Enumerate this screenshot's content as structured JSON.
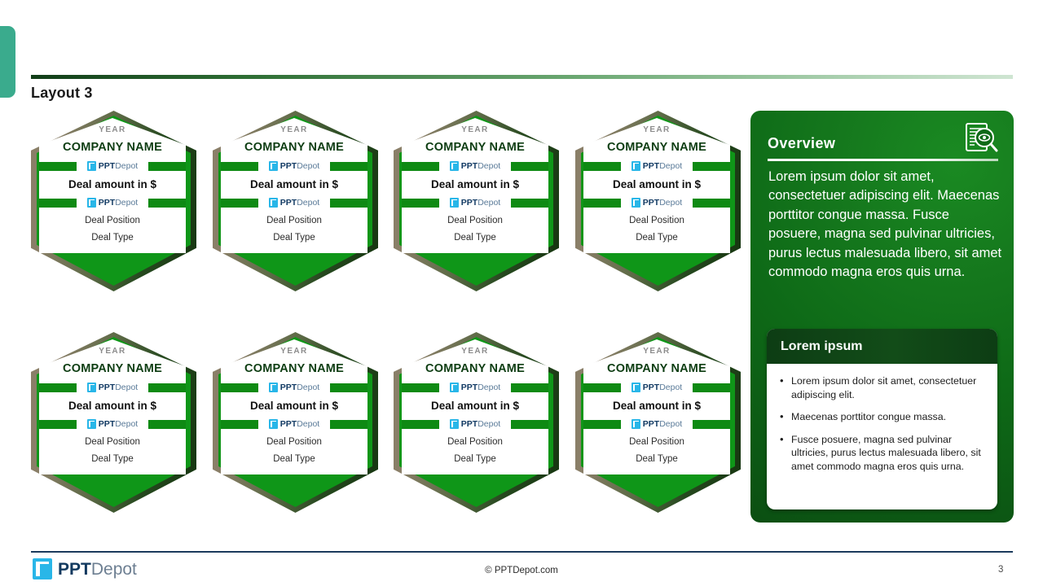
{
  "slide": {
    "title": "Layout 3",
    "page_number": "3",
    "accent_color": "#3aab8d",
    "brand_green": "#0e6a17",
    "hex_green": "#0e8a13"
  },
  "brand": {
    "logo_bold": "PPT",
    "logo_light": "Depot",
    "copyright": "© PPTDepot.com"
  },
  "cards": [
    {
      "year": "YEAR",
      "company": "COMPANY NAME",
      "amount": "Deal amount in $",
      "position": "Deal Position",
      "type": "Deal Type"
    },
    {
      "year": "YEAR",
      "company": "COMPANY NAME",
      "amount": "Deal amount in $",
      "position": "Deal Position",
      "type": "Deal Type"
    },
    {
      "year": "YEAR",
      "company": "COMPANY NAME",
      "amount": "Deal amount in $",
      "position": "Deal Position",
      "type": "Deal Type"
    },
    {
      "year": "YEAR",
      "company": "COMPANY NAME",
      "amount": "Deal amount in $",
      "position": "Deal Position",
      "type": "Deal Type"
    },
    {
      "year": "YEAR",
      "company": "COMPANY NAME",
      "amount": "Deal amount in $",
      "position": "Deal Position",
      "type": "Deal Type"
    },
    {
      "year": "YEAR",
      "company": "COMPANY NAME",
      "amount": "Deal amount in $",
      "position": "Deal Position",
      "type": "Deal Type"
    },
    {
      "year": "YEAR",
      "company": "COMPANY NAME",
      "amount": "Deal amount in $",
      "position": "Deal Position",
      "type": "Deal Type"
    },
    {
      "year": "YEAR",
      "company": "COMPANY NAME",
      "amount": "Deal amount in $",
      "position": "Deal Position",
      "type": "Deal Type"
    }
  ],
  "panel": {
    "title": "Overview",
    "icon": "document-search-icon",
    "body": "Lorem ipsum dolor sit amet, consectetuer adipiscing elit. Maecenas porttitor congue massa. Fusce posuere, magna sed pulvinar ultricies, purus lectus malesuada libero, sit amet commodo magna eros quis urna.",
    "subcard": {
      "title": "Lorem ipsum",
      "bullets": [
        "Lorem ipsum dolor sit amet, consectetuer adipiscing elit.",
        "Maecenas porttitor congue massa.",
        "Fusce posuere, magna sed pulvinar ultricies, purus lectus malesuada libero, sit amet commodo magna eros quis urna."
      ]
    }
  }
}
